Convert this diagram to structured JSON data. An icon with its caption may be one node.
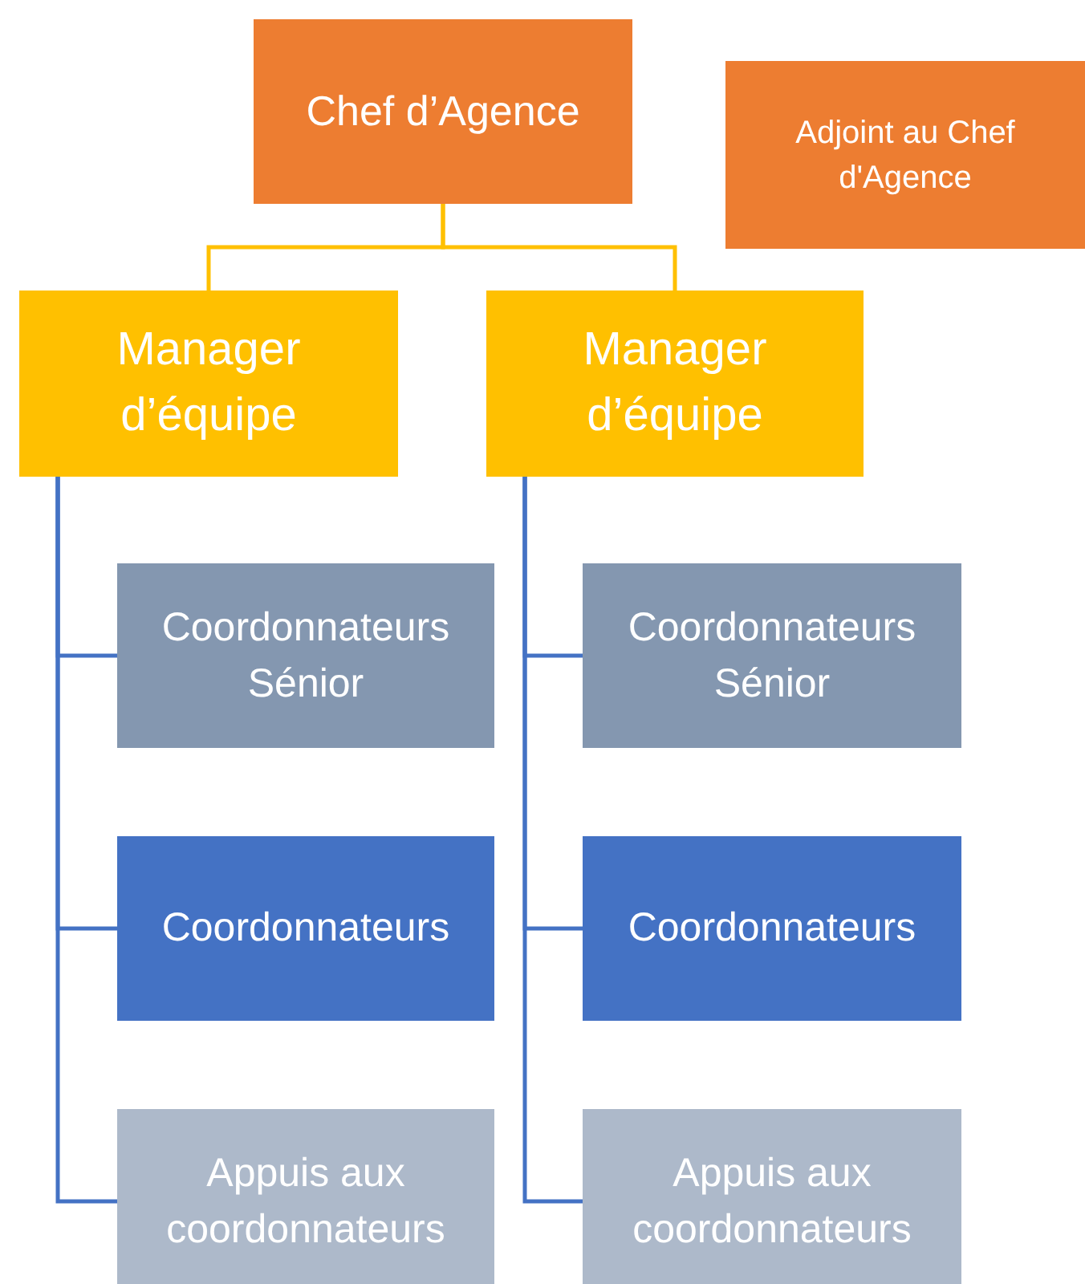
{
  "diagram": {
    "nodes": [
      {
        "text": [
          "Chef d’Agence"
        ]
      },
      {
        "text": [
          "Adjoint au Chef d'Agence"
        ]
      },
      {
        "text": [
          "Manager d’équipe"
        ]
      },
      {
        "text": [
          "Manager d’équipe"
        ]
      },
      {
        "text": [
          "Coordonnateurs Sénior"
        ]
      },
      {
        "text": [
          "Coordonnateurs Sénior"
        ]
      },
      {
        "text": [
          "Coordonnateurs"
        ]
      },
      {
        "text": [
          "Coordonnateurs"
        ]
      },
      {
        "text": [
          "Appuis aux coordonnateurs"
        ]
      },
      {
        "text": [
          "Appuis aux coordonnateurs"
        ]
      }
    ],
    "edges": [
      {
        "from": 0,
        "to": 2,
        "arrow": "none",
        "color": "#ffc000"
      },
      {
        "from": 0,
        "to": 3,
        "arrow": "none",
        "color": "#ffc000"
      },
      {
        "from": 2,
        "to": 4,
        "arrow": "none"
      },
      {
        "from": 2,
        "to": 6,
        "arrow": "none"
      },
      {
        "from": 2,
        "to": 8,
        "arrow": "none"
      },
      {
        "from": 3,
        "to": 5,
        "arrow": "none"
      },
      {
        "from": 3,
        "to": 7,
        "arrow": "none"
      },
      {
        "from": 3,
        "to": 9,
        "arrow": "none"
      }
    ]
  }
}
